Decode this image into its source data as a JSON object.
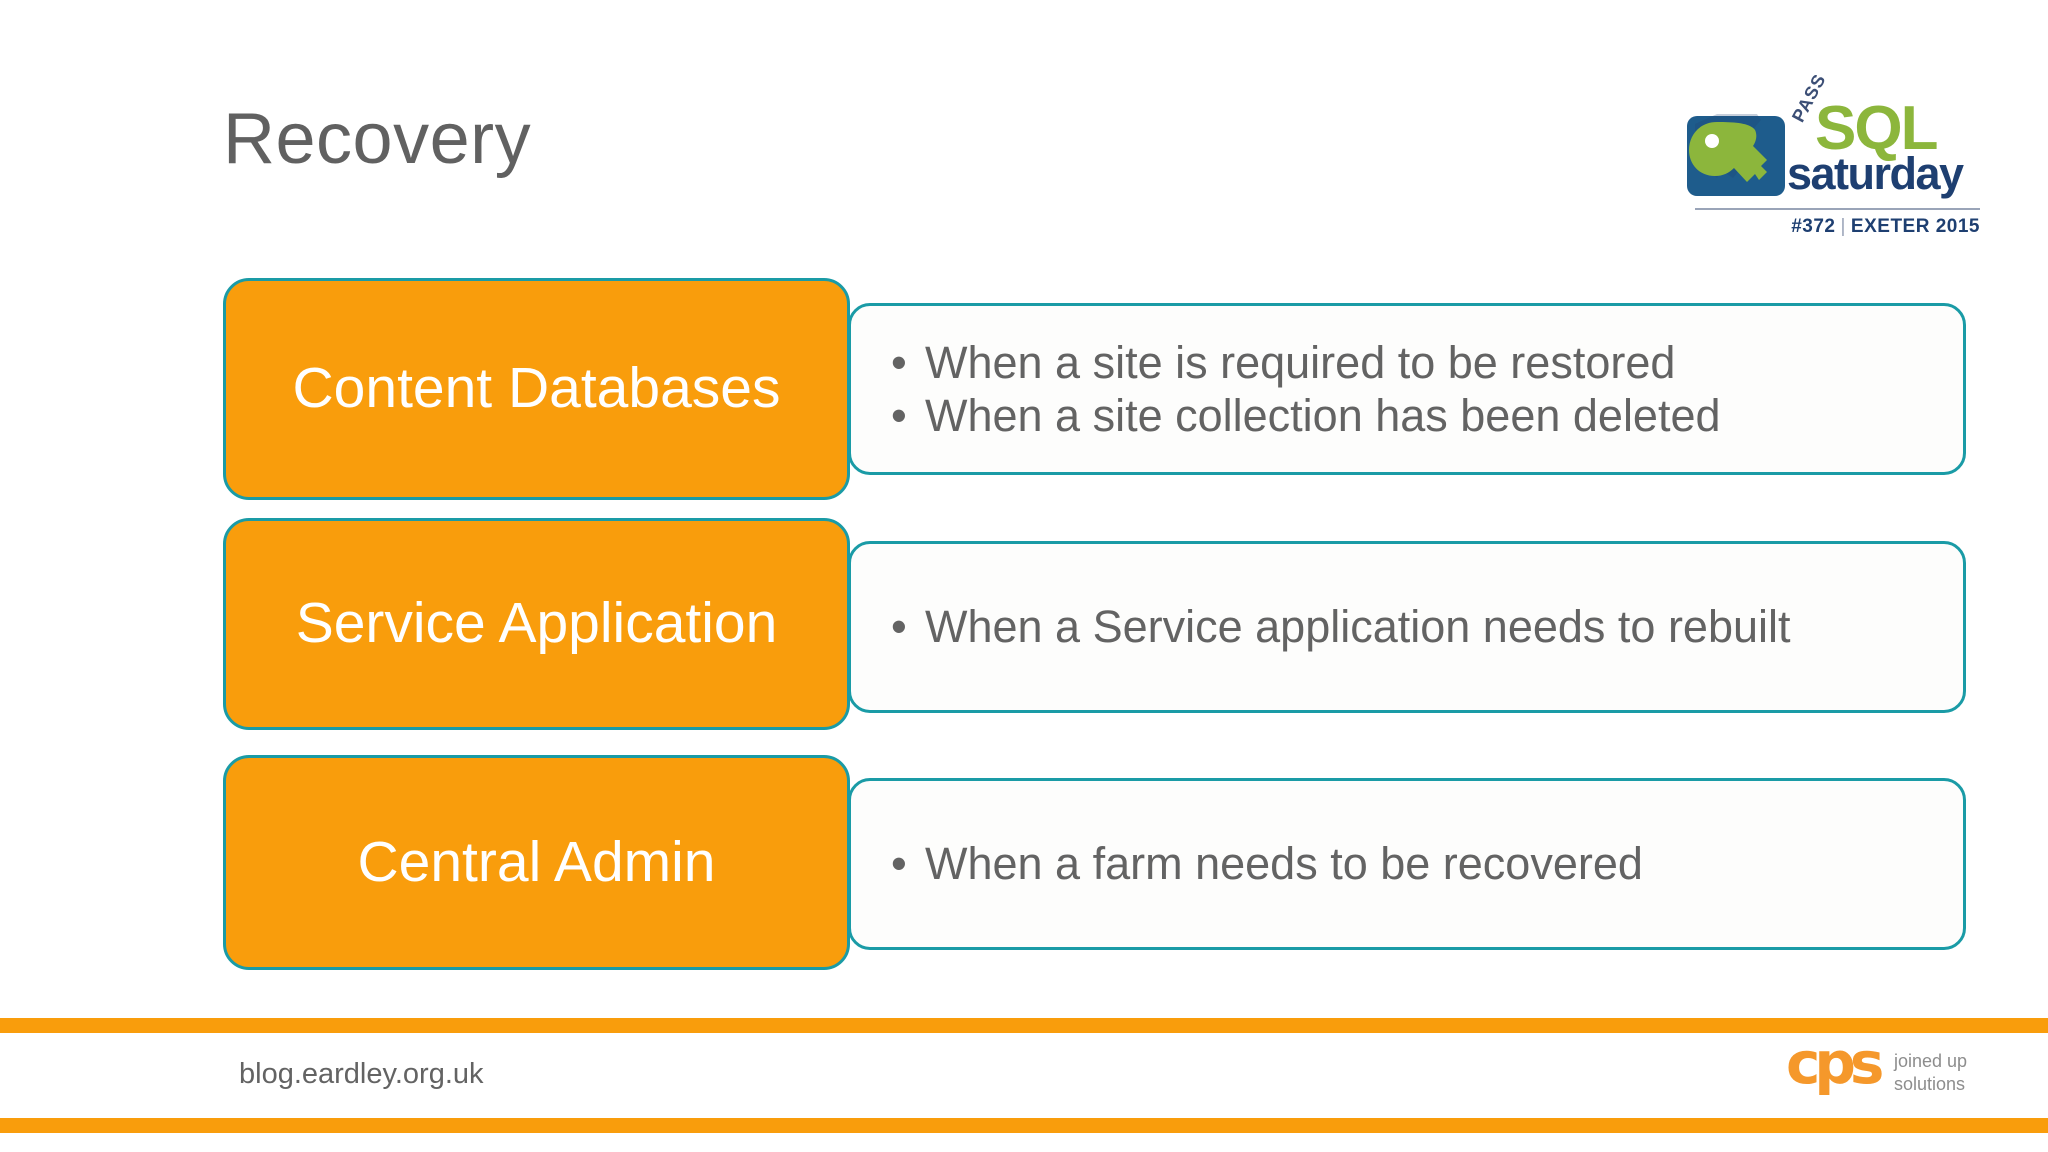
{
  "slide": {
    "title": "Recovery",
    "background_color": "#ffffff"
  },
  "colors": {
    "orange": "#f99d0c",
    "teal_border": "#1a9ba6",
    "body_text_gray": "#636363",
    "title_gray": "#616161",
    "logo_green": "#8cb63c",
    "logo_navy": "#1e3f71",
    "cps_orange": "#f5982b"
  },
  "logo_sqlsaturday": {
    "pass_text": "PASS",
    "sql_text": "SQL",
    "saturday_text": "saturday",
    "event_number": "#372",
    "divider": "|",
    "event_location_year": "EXETER 2015"
  },
  "diagram": {
    "rows": [
      {
        "label": "Content Databases",
        "bullets": [
          "When a site is required to be restored",
          "When a site collection has been deleted"
        ]
      },
      {
        "label": "Service Application",
        "bullets": [
          "When a Service application needs to rebuilt"
        ]
      },
      {
        "label": "Central Admin",
        "bullets": [
          "When a farm needs to be recovered"
        ]
      }
    ],
    "bullet_glyph": "•"
  },
  "footer": {
    "url": "blog.eardley.org.uk",
    "cps_mark": "cps",
    "cps_tagline_line1": "joined up",
    "cps_tagline_line2": "solutions"
  }
}
